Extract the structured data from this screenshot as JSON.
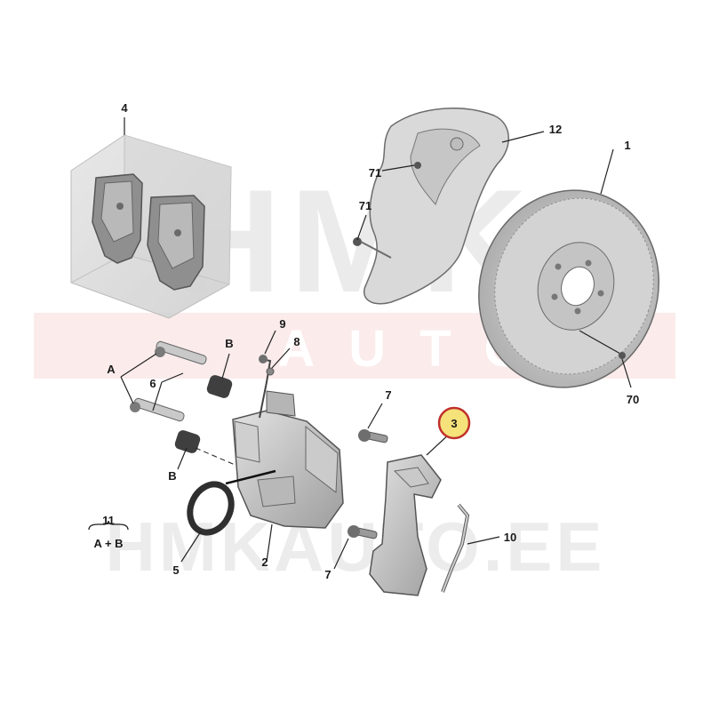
{
  "watermark": {
    "brand": "HMK",
    "brand_sub": "AUTO",
    "site": "HMKAUTO.EE",
    "colors": {
      "light_gray": "#e9e9e9",
      "red_tint": "#f6d2d2"
    }
  },
  "callouts": {
    "brake_disc": "1",
    "caliper": "2",
    "caliper_bracket": "3",
    "brake_pads": "4",
    "seal_ring": "5",
    "guide_pin": "6",
    "bracket_bolt_top": "7",
    "bracket_bolt_bottom": "7",
    "bleed_screw_cap": "8",
    "bleed_screw": "9",
    "spring_clip": "10",
    "kit_repair": "11",
    "kit_formula": "A + B",
    "splash_shield": "12",
    "disc_screw": "70",
    "shield_screw_upper": "71",
    "shield_screw_lower": "71",
    "pin_group_a": "A",
    "boot_upper_b": "B",
    "boot_lower_b": "B"
  },
  "highlight": {
    "callout": "caliper_bracket",
    "ring_color": "#c0302c",
    "fill_color": "#f5e27a"
  }
}
